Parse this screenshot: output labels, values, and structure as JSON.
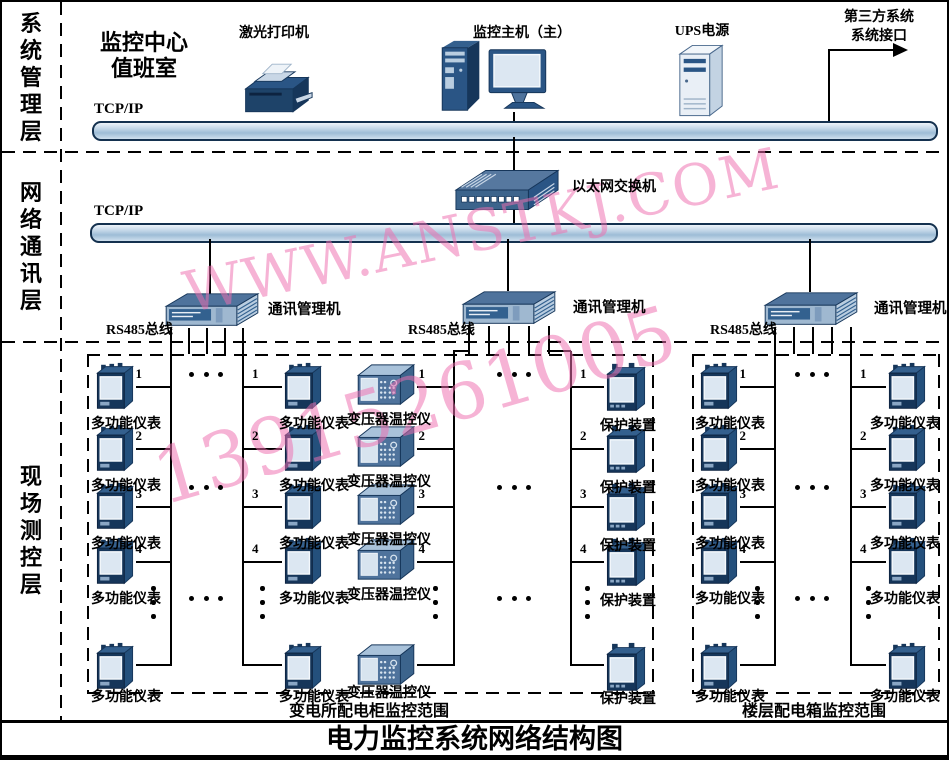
{
  "diagram_title": "电力监控系统网络结构图",
  "layers": [
    {
      "label": "系统管理层"
    },
    {
      "label": "网络通讯层"
    },
    {
      "label": "现场测控层"
    }
  ],
  "control_room": {
    "line1": "监控中心",
    "line2": "值班室"
  },
  "top_devices": {
    "printer_label": "激光打印机",
    "host_label": "监控主机（主）",
    "ups_label": "UPS电源"
  },
  "third_party": {
    "line1": "第三方系统",
    "line2": "系统接口"
  },
  "bus1_label": "TCP/IP",
  "bus2_label": "TCP/IP",
  "switch_label": "以太网交换机",
  "comm_managers": [
    {
      "label": "通讯管理机",
      "bus_label": "RS485总线"
    },
    {
      "label": "通讯管理机",
      "bus_label": "RS485总线"
    },
    {
      "label": "通讯管理机",
      "bus_label": "RS485总线"
    }
  ],
  "groups": [
    {
      "caption": "变电所配电柜监控范围",
      "columns": [
        {
          "device_label": "多功能仪表",
          "numbers": [
            "1",
            "2",
            "3",
            "4"
          ]
        },
        {
          "device_label": "多功能仪表",
          "numbers": [
            "1",
            "2",
            "3",
            "4"
          ]
        },
        {
          "device_label": "变压器温控仪",
          "numbers": [
            "1",
            "2",
            "3",
            "4"
          ]
        },
        {
          "device_label": "保护装置",
          "numbers": [
            "1",
            "2",
            "3",
            "4"
          ]
        }
      ]
    },
    {
      "caption": "楼层配电箱监控范围",
      "columns": [
        {
          "device_label": "多功能仪表",
          "numbers": [
            "1",
            "2",
            "3",
            "4"
          ]
        },
        {
          "device_label": "多功能仪表",
          "numbers": [
            "1",
            "2",
            "3",
            "4"
          ]
        }
      ]
    }
  ],
  "watermark": {
    "line1": "WWW.ANSTKJ.COM",
    "line2": "13915261005",
    "color": "#ef6fb0"
  }
}
